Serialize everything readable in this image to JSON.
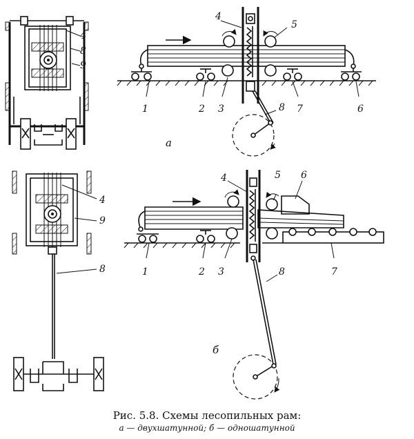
{
  "caption": {
    "title": "Рис. 5.8. Схемы лесопильных рам:",
    "subtitle": "а — двухшатунной; б — одношатунной"
  },
  "panel_a": {
    "sub_label": "а",
    "labels": [
      "1",
      "2",
      "3",
      "4",
      "5",
      "6",
      "7",
      "8"
    ],
    "side_labels": [
      "4",
      "8",
      "9"
    ]
  },
  "panel_b": {
    "sub_label": "б",
    "labels": [
      "1",
      "2",
      "3",
      "4",
      "5",
      "6",
      "7",
      "8"
    ],
    "side_labels": [
      "4",
      "9",
      "8"
    ]
  }
}
